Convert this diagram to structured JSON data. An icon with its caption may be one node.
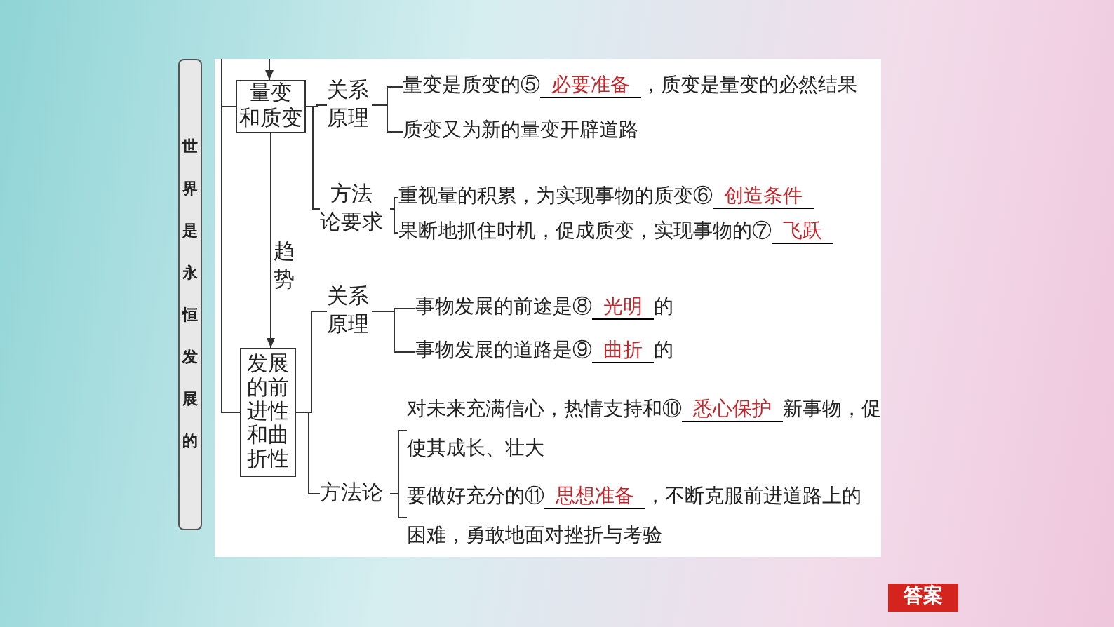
{
  "diagram": {
    "nodes": [
      {
        "text": [
          "世界是永恒发展的"
        ]
      },
      {
        "text": [
          "量变和质变"
        ]
      },
      {
        "text": [
          "关系原理"
        ]
      },
      {
        "text": [
          "量变是质变的⑤",
          "必要准备",
          "，质变是量变的必然结果"
        ]
      },
      {
        "text": [
          "质变又为新的量变开辟道路"
        ]
      },
      {
        "text": [
          "方法论要求"
        ]
      },
      {
        "text": [
          "重视量的积累，为实现事物的质变⑥",
          "创造条件"
        ]
      },
      {
        "text": [
          "果断地抓住时机，促成质变，实现事物的⑦",
          "飞跃"
        ]
      },
      {
        "text": [
          "发展的前进性和曲折性"
        ]
      },
      {
        "text": [
          "关系原理"
        ]
      },
      {
        "text": [
          "事物发展的前途是⑧",
          "光明",
          "的"
        ]
      },
      {
        "text": [
          "事物发展的道路是⑨",
          "曲折",
          "的"
        ]
      },
      {
        "text": [
          "方法论"
        ]
      },
      {
        "text": [
          "对未来充满信心，热情支持和⑩",
          "悉心保护",
          "新事物，促使其成长、壮大"
        ]
      },
      {
        "text": [
          "要做好充分的⑪",
          "思想准备",
          "，不断克服前进道路上的困难，勇敢地面对挫折与考验"
        ]
      }
    ],
    "edges": [
      {
        "from": null,
        "to": 1,
        "arrow": "to"
      },
      {
        "from": null,
        "to": 1,
        "arrow": "none"
      },
      {
        "from": null,
        "to": 8,
        "arrow": "none"
      },
      {
        "from": 1,
        "to": 2,
        "arrow": "none"
      },
      {
        "from": 1,
        "to": 5,
        "arrow": "none"
      },
      {
        "from": 2,
        "to": 3,
        "arrow": "none"
      },
      {
        "from": 2,
        "to": 4,
        "arrow": "none"
      },
      {
        "from": 5,
        "to": 6,
        "arrow": "none"
      },
      {
        "from": 5,
        "to": 7,
        "arrow": "none"
      },
      {
        "from": 1,
        "to": 8,
        "arrow": "to",
        "label": "趋势"
      },
      {
        "from": 8,
        "to": 9,
        "arrow": "none"
      },
      {
        "from": 8,
        "to": 12,
        "arrow": "none"
      },
      {
        "from": 9,
        "to": 10,
        "arrow": "none"
      },
      {
        "from": 9,
        "to": 11,
        "arrow": "none"
      },
      {
        "from": 12,
        "to": 13,
        "arrow": "none"
      },
      {
        "from": 12,
        "to": 14,
        "arrow": "none"
      }
    ],
    "labels": [
      "答案"
    ]
  }
}
